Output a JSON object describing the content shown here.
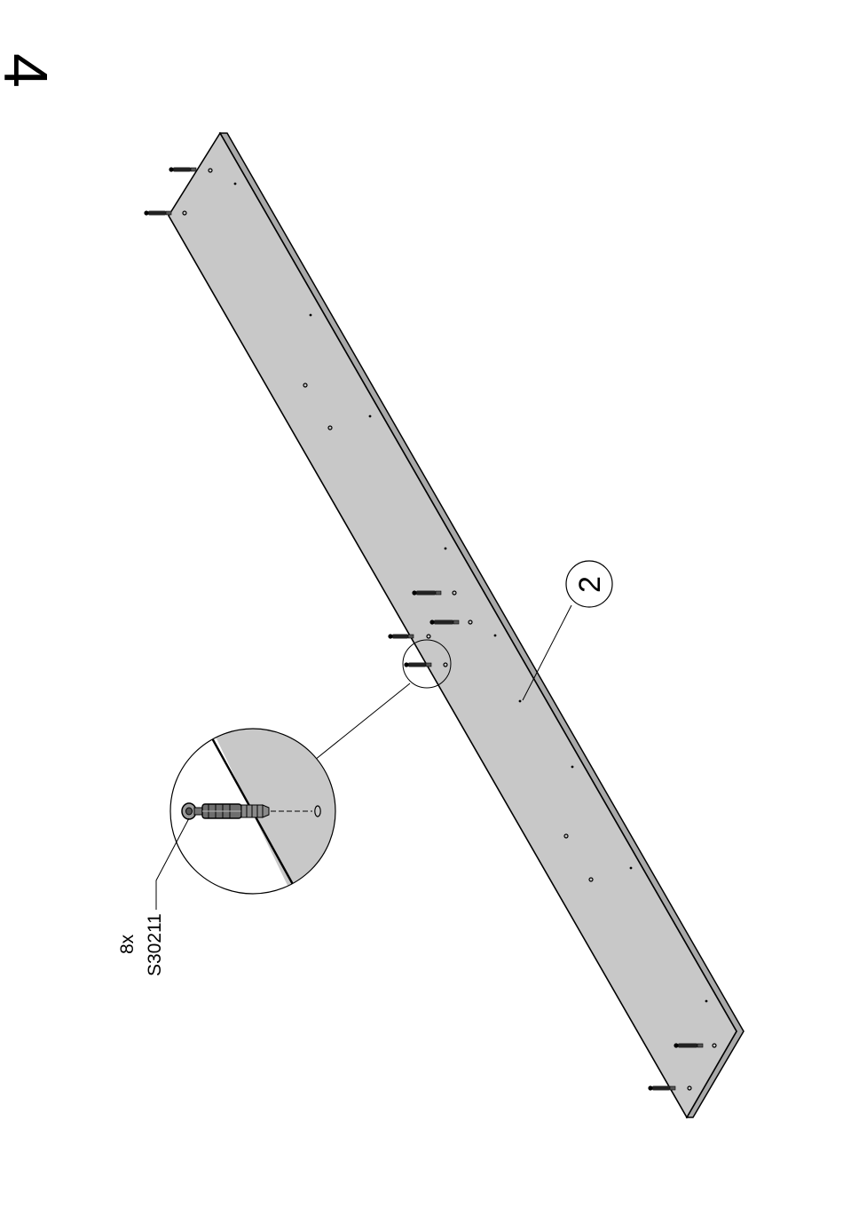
{
  "step": {
    "number": "4"
  },
  "part_callout": {
    "number": "2"
  },
  "hardware": {
    "quantity": "8x",
    "part_code": "S30211",
    "icon": "dowel-icon"
  },
  "colors": {
    "panel_face": "#c8c8c8",
    "panel_edge": "#a9a9a9",
    "line": "#000000",
    "background": "#ffffff"
  }
}
